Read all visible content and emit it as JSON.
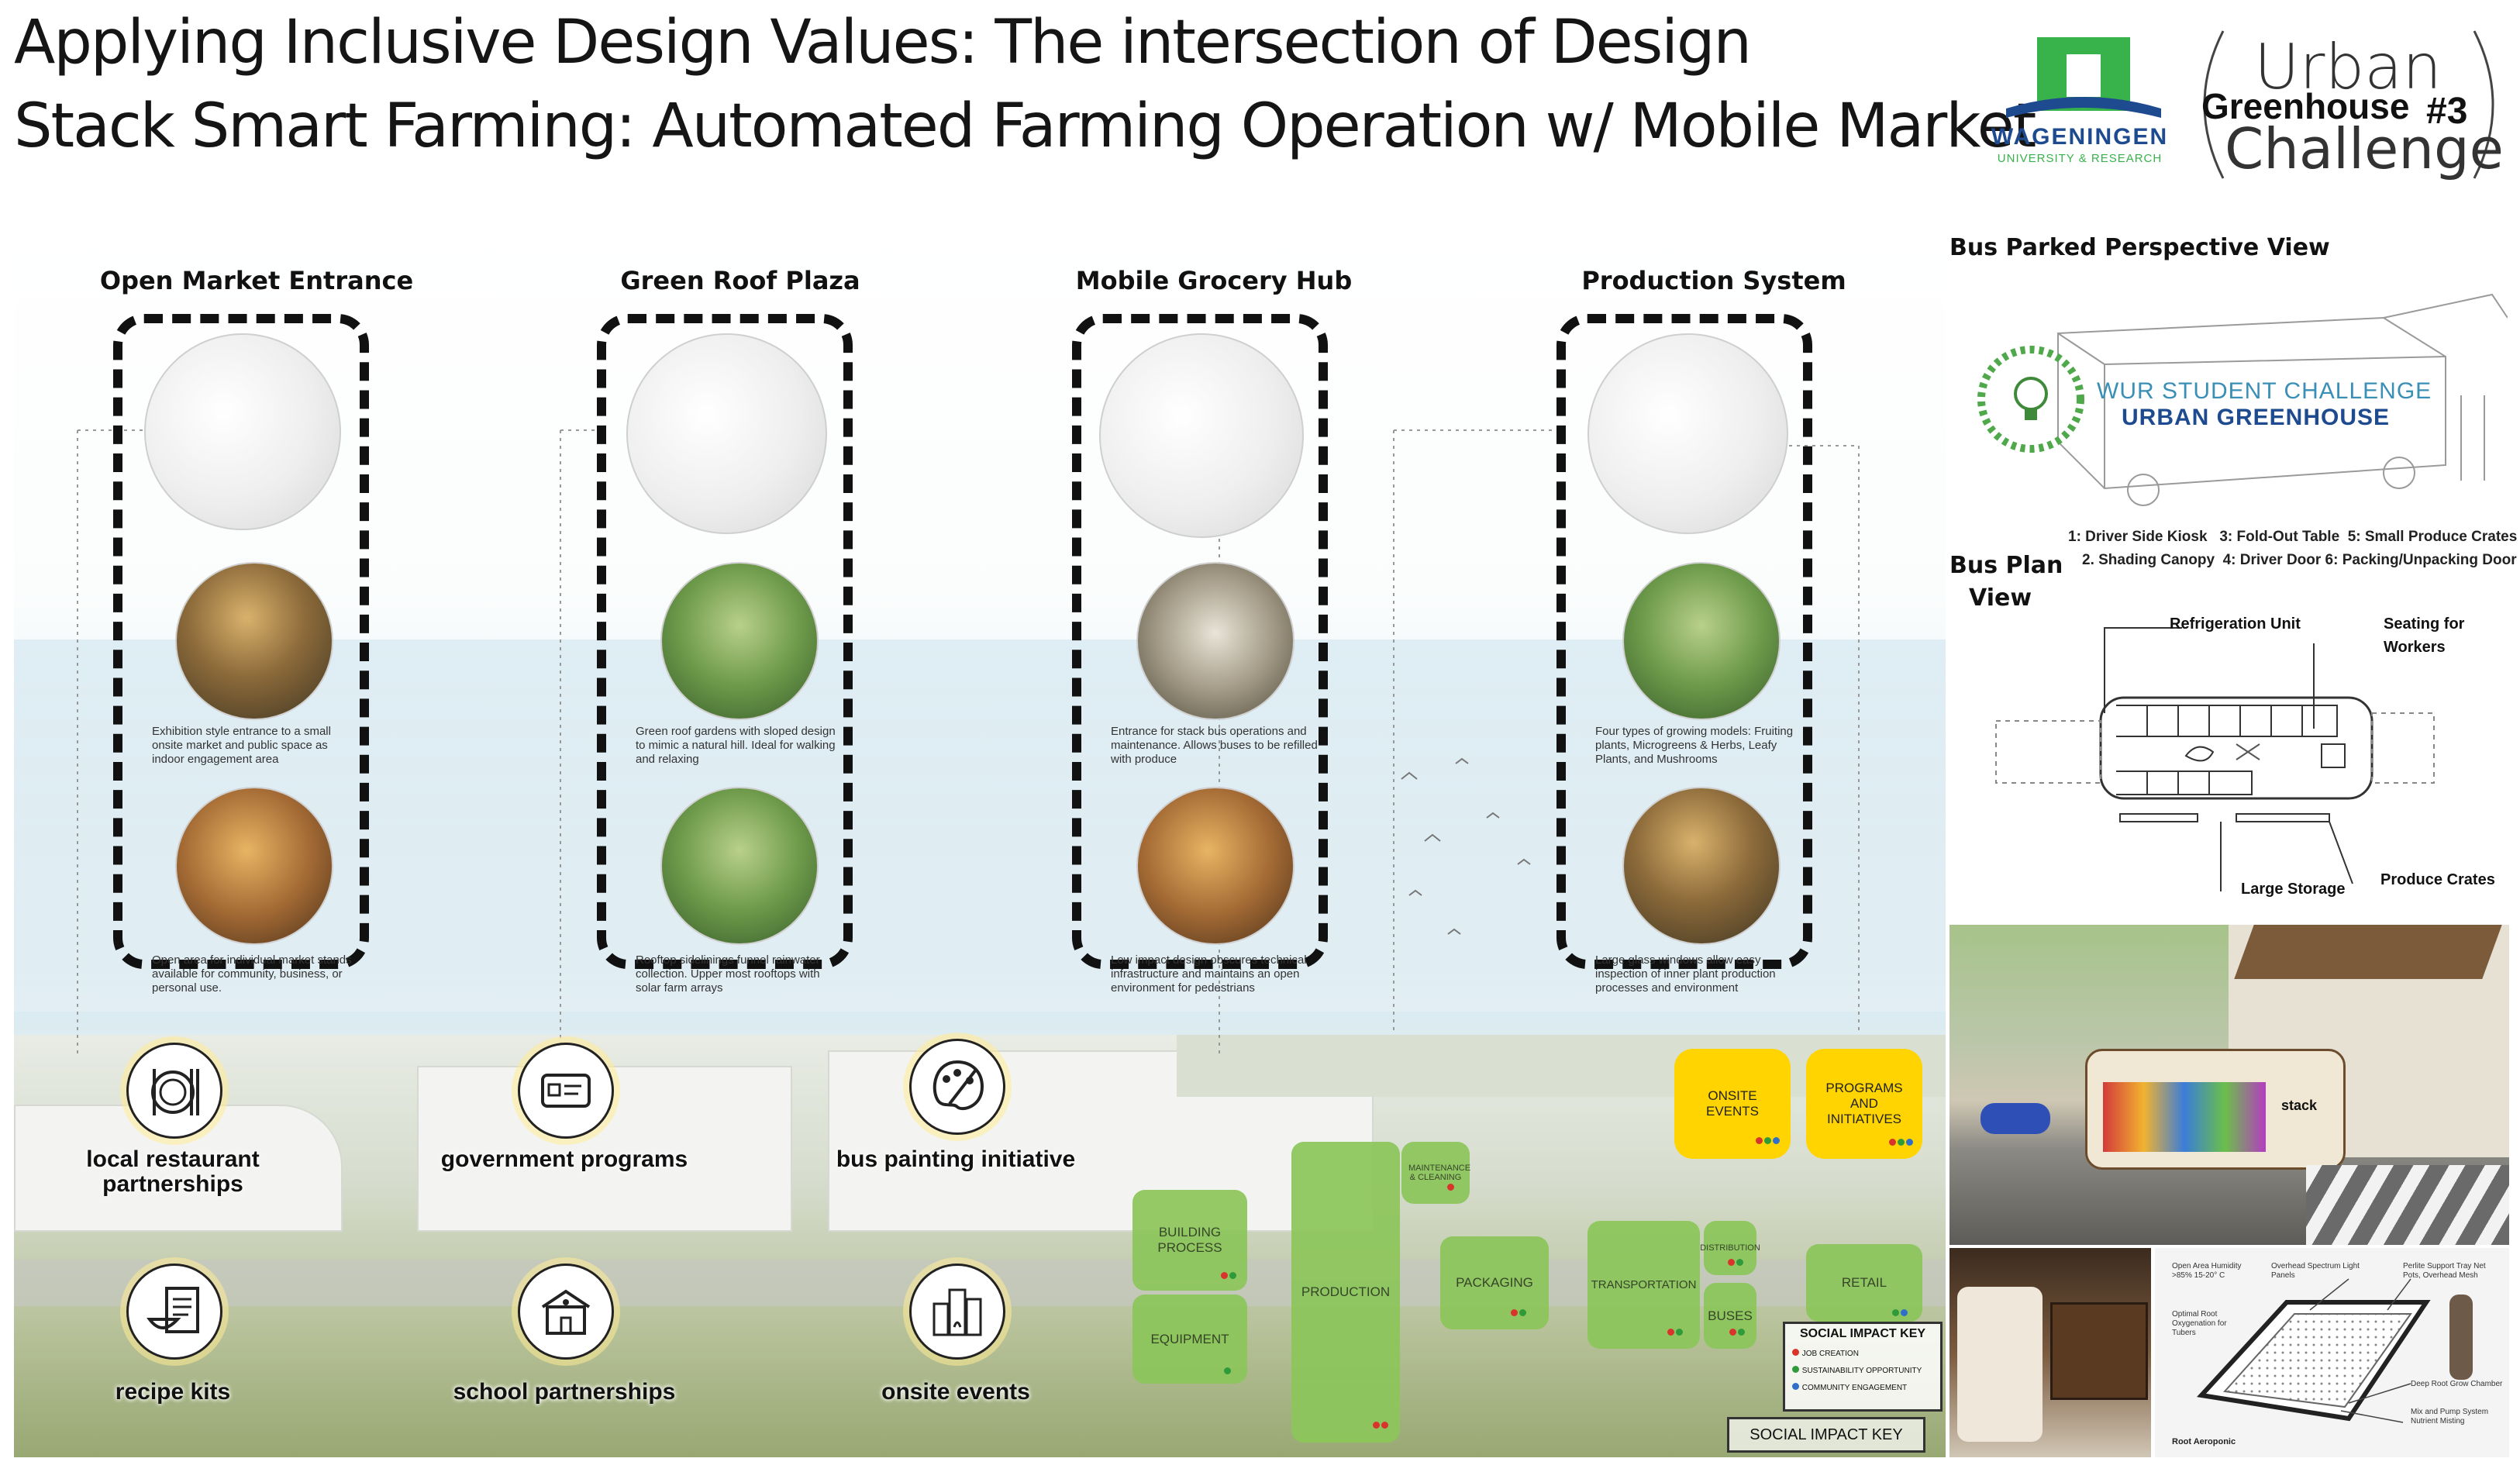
{
  "title": {
    "line1": "Applying Inclusive Design Values: The intersection of Design",
    "line2": "Stack Smart Farming: Automated Farming Operation w/ Mobile Market"
  },
  "logos": {
    "wur_name": "WAGENINGEN",
    "wur_sub": "UNIVERSITY & RESEARCH",
    "ugc_line1": "Urban",
    "ugc_line2": "Greenhouse",
    "ugc_line3": "Challenge",
    "ugc_num": "#3"
  },
  "columns": [
    {
      "title": "Open Market Entrance",
      "desc1": "Exhibition style entrance to a small onsite market and public space as indoor engagement area",
      "desc2": "Open area for individual market stands available for community, business, or personal use."
    },
    {
      "title": "Green Roof Plaza",
      "desc1": "Green roof gardens with sloped design to mimic a natural hill. Ideal for walking and relaxing",
      "desc2": "Rooftop sidelinings funnel rainwater collection. Upper most rooftops with solar farm arrays"
    },
    {
      "title": "Mobile Grocery Hub",
      "desc1": "Entrance for stack bus operations and maintenance. Allows buses to be refilled with produce",
      "desc2": "Low impact design obscures technical infrastructure and maintains an open environment for pedestrians"
    },
    {
      "title": "Production System",
      "desc1": "Four types of growing models: Fruiting plants, Microgreens & Herbs, Leafy Plants, and Mushrooms",
      "desc2": "Large glass windows allow easy inspection of inner plant production processes and environment"
    }
  ],
  "icons": [
    {
      "label": "local restaurant partnerships",
      "icon": "plate-fork-knife-icon"
    },
    {
      "label": "government programs",
      "icon": "id-card-icon"
    },
    {
      "label": "bus painting initiative",
      "icon": "palette-icon"
    },
    {
      "label": "recipe kits",
      "icon": "recipe-icon"
    },
    {
      "label": "school partnerships",
      "icon": "school-icon"
    },
    {
      "label": "onsite events",
      "icon": "city-icon"
    }
  ],
  "yellow_boxes": [
    {
      "label": "ONSITE EVENTS"
    },
    {
      "label": "PROGRAMS AND INITIATIVES"
    }
  ],
  "green_boxes": {
    "building_process": "BUILDING PROCESS",
    "equipment": "EQUIPMENT",
    "production": "PRODUCTION",
    "maintenance": "MAINTENANCE & CLEANING",
    "packaging": "PACKAGING",
    "transportation": "TRANSPORTATION",
    "distribution": "DISTRIBUTION",
    "buses": "BUSES",
    "retail": "RETAIL"
  },
  "social_key": {
    "title": "SOCIAL IMPACT KEY",
    "items": [
      {
        "label": "JOB CREATION",
        "color": "#d9342b"
      },
      {
        "label": "SUSTAINABILITY OPPORTUNITY",
        "color": "#2f9a3a"
      },
      {
        "label": "COMMUNITY ENGAGEMENT",
        "color": "#2f6fc9"
      }
    ],
    "footer": "SOCIAL IMPACT KEY"
  },
  "right": {
    "perspective_title": "Bus Parked Perspective View",
    "wur_challenge_line1": "WUR STUDENT CHALLENGE",
    "wur_challenge_line2": "URBAN GREENHOUSE",
    "legend_line1": "1: Driver Side Kiosk   3: Fold-Out Table  5: Small Produce Crates",
    "legend_line2": "2. Shading Canopy  4: Driver Door 6: Packing/Unpacking Door",
    "plan_title_1": "Bus Plan",
    "plan_title_2": "View",
    "plan_labels": {
      "refrigeration": "Refrigeration Unit",
      "seating_1": "Seating for",
      "seating_2": "Workers",
      "storage": "Large Storage",
      "crates": "Produce Crates"
    },
    "aeroponic_labels": {
      "open_area": "Open Area Humidity >85% 15-20° C",
      "root_oxygen": "Optimal Root Oxygenation for Tubers",
      "overhead": "Overhead Spectrum Light Panels",
      "perlite": "Perlite Support Tray Net Pots, Overhead Mesh",
      "deep_root": "Deep Root Grow Chamber",
      "mix": "Mix and Pump System Nutrient Misting",
      "caption": "Root Aeroponic"
    },
    "bus_brand": "stack"
  }
}
